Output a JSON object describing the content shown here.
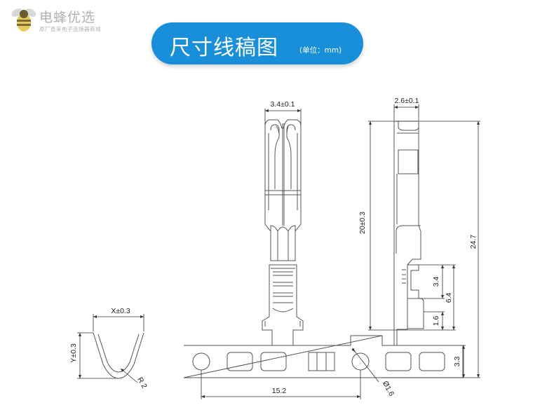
{
  "logo": {
    "name": "电蜂优选",
    "tagline": "原厂直采电子连接器商城"
  },
  "title": {
    "main": "尺寸线稿图",
    "unit": "(单位：mm)"
  },
  "dimensions": {
    "front_width": "3.4±0.1",
    "side_width": "2.6±0.1",
    "length_20": "20±0.3",
    "total_length": "24.7",
    "crimp_3_4": "3.4",
    "crimp_6_4": "6.4",
    "crimp_1_6": "1.6",
    "strip_3_3": "3.3",
    "pitch": "15.2",
    "hole_dia": "Ø1.6",
    "x_dim": "X±0.3",
    "y_dim": "Y±0.3",
    "radius": "R 2"
  },
  "colors": {
    "accent": "#1a8fd9",
    "line": "#555555"
  }
}
